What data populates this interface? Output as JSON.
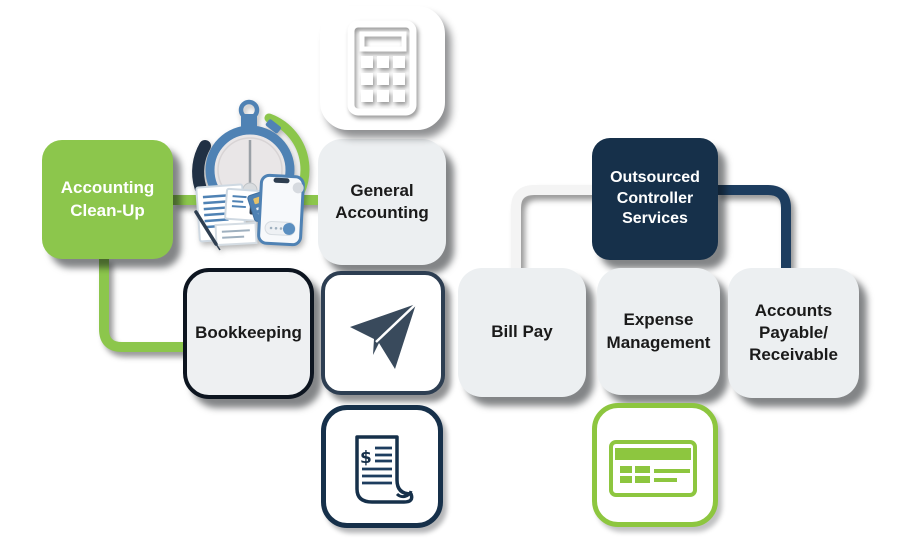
{
  "diagram": {
    "boxes": {
      "accounting_cleanup": {
        "label": "Accounting\nClean-Up"
      },
      "general_accounting": {
        "label": "General\nAccounting"
      },
      "outsourced_controller": {
        "label": "Outsourced\nController\nServices"
      },
      "bookkeeping": {
        "label": "Bookkeeping"
      },
      "bill_pay": {
        "label": "Bill Pay"
      },
      "expense_management": {
        "label": "Expense\nManagement"
      },
      "accounts_payable_receivable": {
        "label": "Accounts\nPayable/\nReceivable"
      }
    },
    "icons": {
      "calculator": "calculator-icon",
      "paper_plane": "paper-plane-icon",
      "receipt": "receipt-icon",
      "receipt_symbol": "$",
      "check": "check-icon",
      "stopwatch_illustration": "stopwatch-documents-phone-card-illustration"
    },
    "colors": {
      "green": "#8cc64c",
      "green_border": "#8dc63f",
      "navy_box": "#16304a",
      "navy_line": "#1d3d5f",
      "slate_plane": "#394a5c",
      "light_box": "#eceff1",
      "white_line": "#f4f4f4",
      "watch_blue": "#4f82b4"
    }
  }
}
